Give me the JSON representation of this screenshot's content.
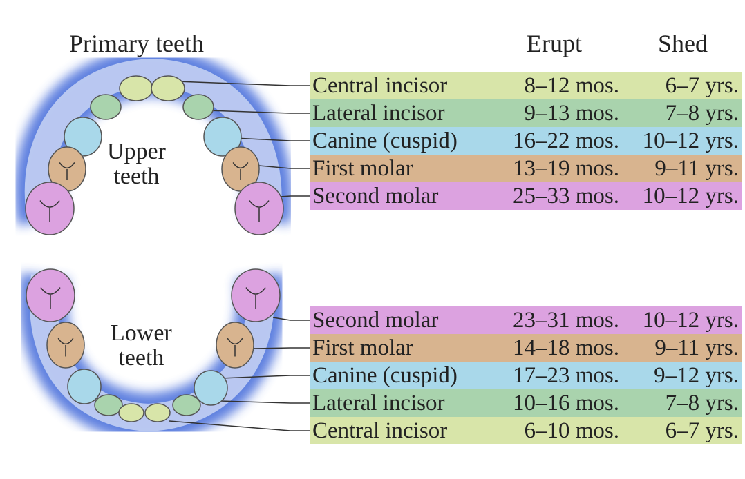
{
  "title": "Primary teeth",
  "headers": {
    "erupt": "Erupt",
    "shed": "Shed"
  },
  "labels": {
    "upper_1": "Upper",
    "upper_2": "teeth",
    "lower_1": "Lower",
    "lower_2": "teeth"
  },
  "colors": {
    "central": "#d8e5a9",
    "lateral": "#a9d3ad",
    "canine": "#a9d8ea",
    "first_molar": "#d8b48f",
    "second_molar": "#dca2e0",
    "halo": "#5a7ee0"
  },
  "upper": [
    {
      "name": "Central incisor",
      "erupt": "8–12 mos.",
      "shed": "6–7 yrs.",
      "color": "#d8e5a9"
    },
    {
      "name": "Lateral incisor",
      "erupt": "9–13 mos.",
      "shed": "7–8 yrs.",
      "color": "#a9d3ad"
    },
    {
      "name": "Canine (cuspid)",
      "erupt": "16–22 mos.",
      "shed": "10–12 yrs.",
      "color": "#a9d8ea"
    },
    {
      "name": "First molar",
      "erupt": "13–19 mos.",
      "shed": "9–11 yrs.",
      "color": "#d8b48f"
    },
    {
      "name": "Second molar",
      "erupt": "25–33 mos.",
      "shed": "10–12 yrs.",
      "color": "#dca2e0"
    }
  ],
  "lower": [
    {
      "name": "Second molar",
      "erupt": "23–31 mos.",
      "shed": "10–12 yrs.",
      "color": "#dca2e0"
    },
    {
      "name": "First molar",
      "erupt": "14–18 mos.",
      "shed": "9–11 yrs.",
      "color": "#d8b48f"
    },
    {
      "name": "Canine (cuspid)",
      "erupt": "17–23 mos.",
      "shed": "9–12 yrs.",
      "color": "#a9d8ea"
    },
    {
      "name": "Lateral incisor",
      "erupt": "10–16 mos.",
      "shed": "7–8 yrs.",
      "color": "#a9d3ad"
    },
    {
      "name": "Central incisor",
      "erupt": "6–10 mos.",
      "shed": "6–7 yrs.",
      "color": "#d8e5a9"
    }
  ]
}
